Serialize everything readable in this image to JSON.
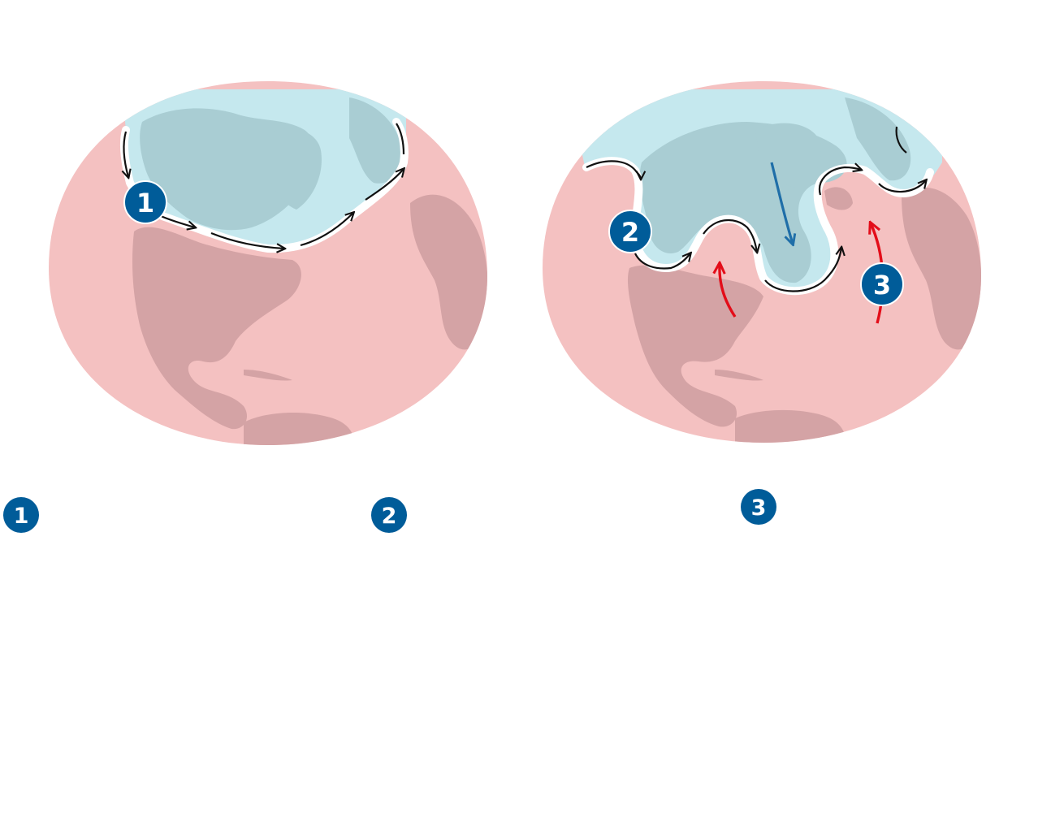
{
  "colors": {
    "warm": "#f4c1c1",
    "warm_land": "#d4a3a5",
    "cold": "#c5e8ee",
    "cold_land": "#a9cdd3",
    "badge": "#005c99",
    "cold_arrow": "#1f6ea8",
    "warm_arrow": "#e30d19",
    "jet_stroke": "#111111"
  },
  "diagrams": [
    {
      "name": "globe-straight-jet-stream",
      "badge": "1"
    },
    {
      "name": "globe-wavy-jet-stream",
      "badges": [
        "2",
        "3"
      ]
    }
  ],
  "legend": [
    {
      "number": "1",
      "icon": "badge-icon"
    },
    {
      "number": "2",
      "icon": "badge-icon"
    },
    {
      "number": "3",
      "icon": "badge-icon"
    }
  ]
}
